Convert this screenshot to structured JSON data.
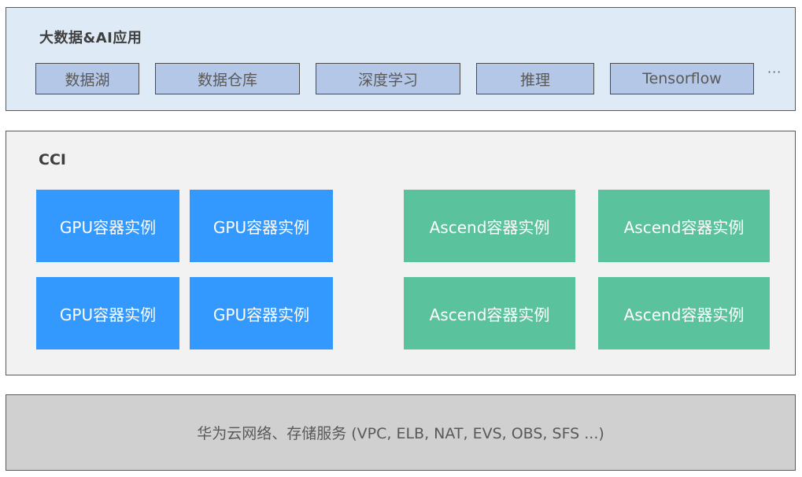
{
  "apps_layer": {
    "title": "大数据&AI应用",
    "items": [
      "数据湖",
      "数据仓库",
      "深度学习",
      "推理",
      "Tensorflow"
    ],
    "more": "···"
  },
  "cci_layer": {
    "title": "CCI",
    "gpu_instances": [
      "GPU容器实例",
      "GPU容器实例",
      "GPU容器实例",
      "GPU容器实例"
    ],
    "ascend_instances": [
      "Ascend容器实例",
      "Ascend容器实例",
      "Ascend容器实例",
      "Ascend容器实例"
    ]
  },
  "cloud_layer": {
    "text": "华为云网络、存储服务 (VPC, ELB, NAT, EVS, OBS, SFS ...)"
  },
  "colors": {
    "apps_background": "#deebf7",
    "app_box": "#b4c7e7",
    "cci_background": "#f2f2f2",
    "gpu_instance": "#3399ff",
    "ascend_instance": "#5ac39d",
    "cloud_background": "#d0d0d0"
  }
}
